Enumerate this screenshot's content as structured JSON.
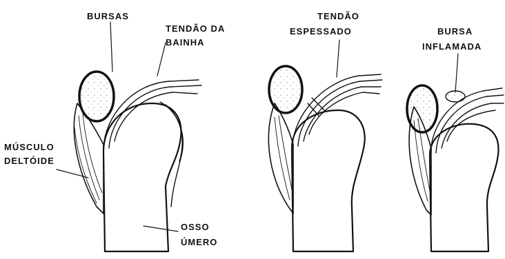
{
  "colors": {
    "ink": "#111111",
    "paper": "#ffffff"
  },
  "labels": {
    "bursas": "BURSAS",
    "tendao_da_bainha_1": "TENDÃO DA",
    "tendao_da_bainha_2": "BAINHA",
    "musculo_deltoide_1": "MÚSCULO",
    "musculo_deltoide_2": "DELTÓIDE",
    "osso_umero_1": "OSSO",
    "osso_umero_2": "ÚMERO",
    "tendao_espessado_1": "TENDÃO",
    "tendao_espessado_2": "ESPESSADO",
    "bursa_inflamada_1": "BURSA",
    "bursa_inflamada_2": "INFLAMADA"
  }
}
